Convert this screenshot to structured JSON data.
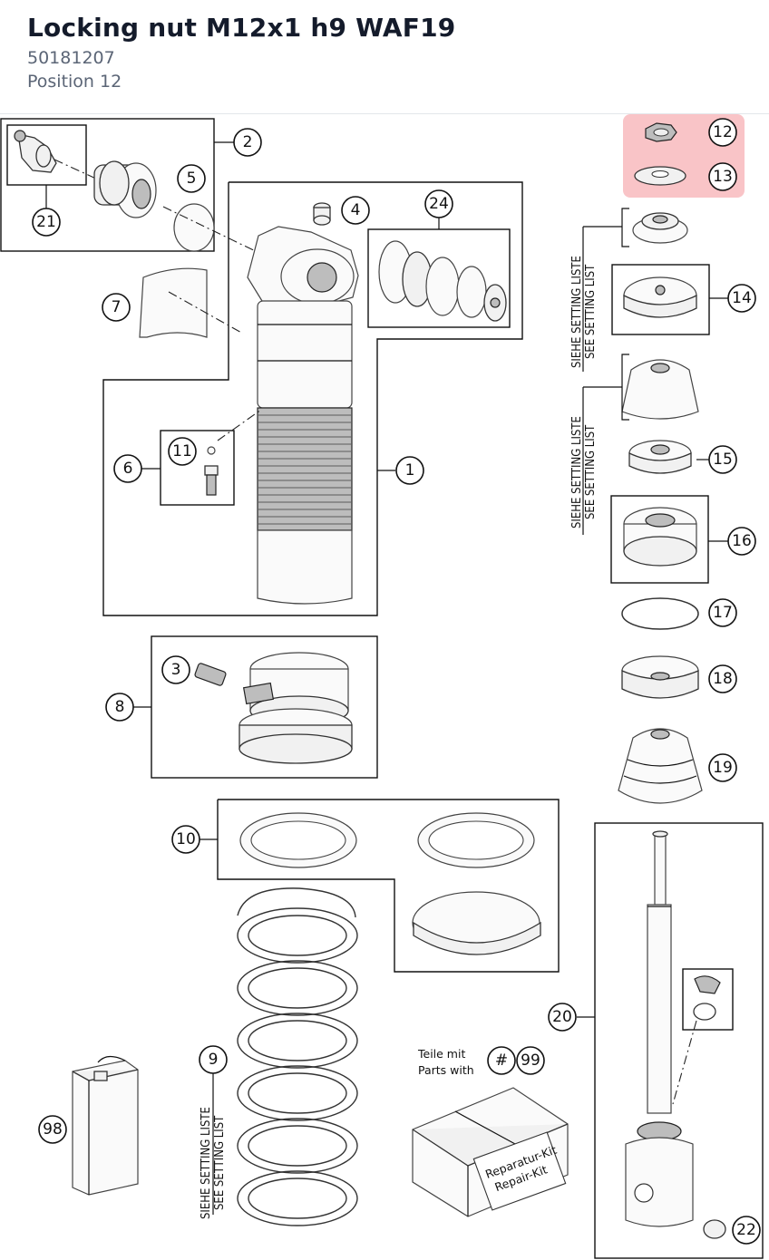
{
  "header": {
    "title": "Locking nut M12x1 h9 WAF19",
    "part_number": "50181207",
    "position": "Position 12"
  },
  "diagram": {
    "highlight_color": "#f7b4b7",
    "callouts": {
      "c1": "1",
      "c2": "2",
      "c3": "3",
      "c4": "4",
      "c5": "5",
      "c6": "6",
      "c7": "7",
      "c8": "8",
      "c9": "9",
      "c10": "10",
      "c11": "11",
      "c12": "12",
      "c13": "13",
      "c14": "14",
      "c15": "15",
      "c16": "16",
      "c17": "17",
      "c18": "18",
      "c19": "19",
      "c20": "20",
      "c21": "21",
      "c22": "22",
      "c24": "24",
      "c98": "98",
      "c99": "99",
      "hash": "#"
    },
    "setting_list_de": "SIEHE SETTING LISTE",
    "setting_list_en": "SEE SETTING LIST",
    "parts_with_de": "Teile mit",
    "parts_with_en": "Parts with",
    "kit_de": "Reparatur-Kit",
    "kit_en": "Repair-Kit"
  }
}
